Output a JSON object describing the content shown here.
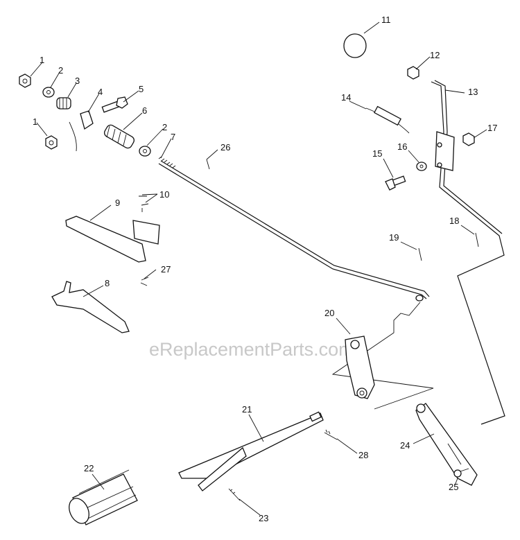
{
  "watermark": "eReplacementParts.com",
  "callouts": {
    "c1a": "1",
    "c1b": "1",
    "c2a": "2",
    "c2b": "2",
    "c3": "3",
    "c4": "4",
    "c5": "5",
    "c6": "6",
    "c7": "7",
    "c8": "8",
    "c9": "9",
    "c10": "10",
    "c11": "11",
    "c12": "12",
    "c13": "13",
    "c14": "14",
    "c15": "15",
    "c16": "16",
    "c17": "17",
    "c18": "18",
    "c19": "19",
    "c20": "20",
    "c21": "21",
    "c22": "22",
    "c23": "23",
    "c24": "24",
    "c25": "25",
    "c26": "26",
    "c27": "27",
    "c28": "28"
  }
}
